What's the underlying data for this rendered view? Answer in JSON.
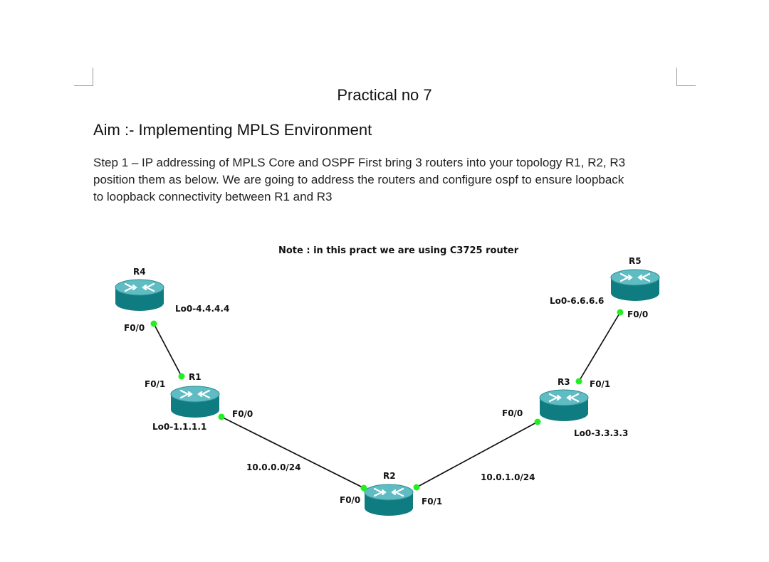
{
  "document": {
    "title": "Practical no 7",
    "aim": "Aim :-  Implementing MPLS Environment",
    "step1_lines": [
      "Step 1 – IP addressing of MPLS Core and OSPF First bring 3 routers into your topology R1, R2, R3",
      "position them as below. We are going to address the routers and configure ospf to ensure loopback",
      "to loopback connectivity between R1 and R3"
    ]
  },
  "diagram": {
    "note": "Note : in this pract we are using C3725 router",
    "routers": {
      "r1": {
        "name": "R1",
        "loopback": "Lo0-1.1.1.1"
      },
      "r2": {
        "name": "R2"
      },
      "r3": {
        "name": "R3",
        "loopback": "Lo0-3.3.3.3"
      },
      "r4": {
        "name": "R4",
        "loopback": "Lo0-4.4.4.4"
      },
      "r5": {
        "name": "R5",
        "loopback": "Lo0-6.6.6.6"
      }
    },
    "ports": {
      "r4_f00": "F0/0",
      "r1_f01": "F0/1",
      "r1_f00": "F0/0",
      "r2_f00": "F0/0",
      "r2_f01": "F0/1",
      "r3_f00": "F0/0",
      "r3_f01": "F0/1",
      "r5_f00": "F0/0"
    },
    "networks": {
      "r1_r2": "10.0.0.0/24",
      "r2_r3": "10.0.1.0/24"
    },
    "colors": {
      "router_body": "#0f7c82",
      "router_top": "#5fbcc2",
      "port_dot": "#22ee22",
      "link": "#111111"
    }
  }
}
